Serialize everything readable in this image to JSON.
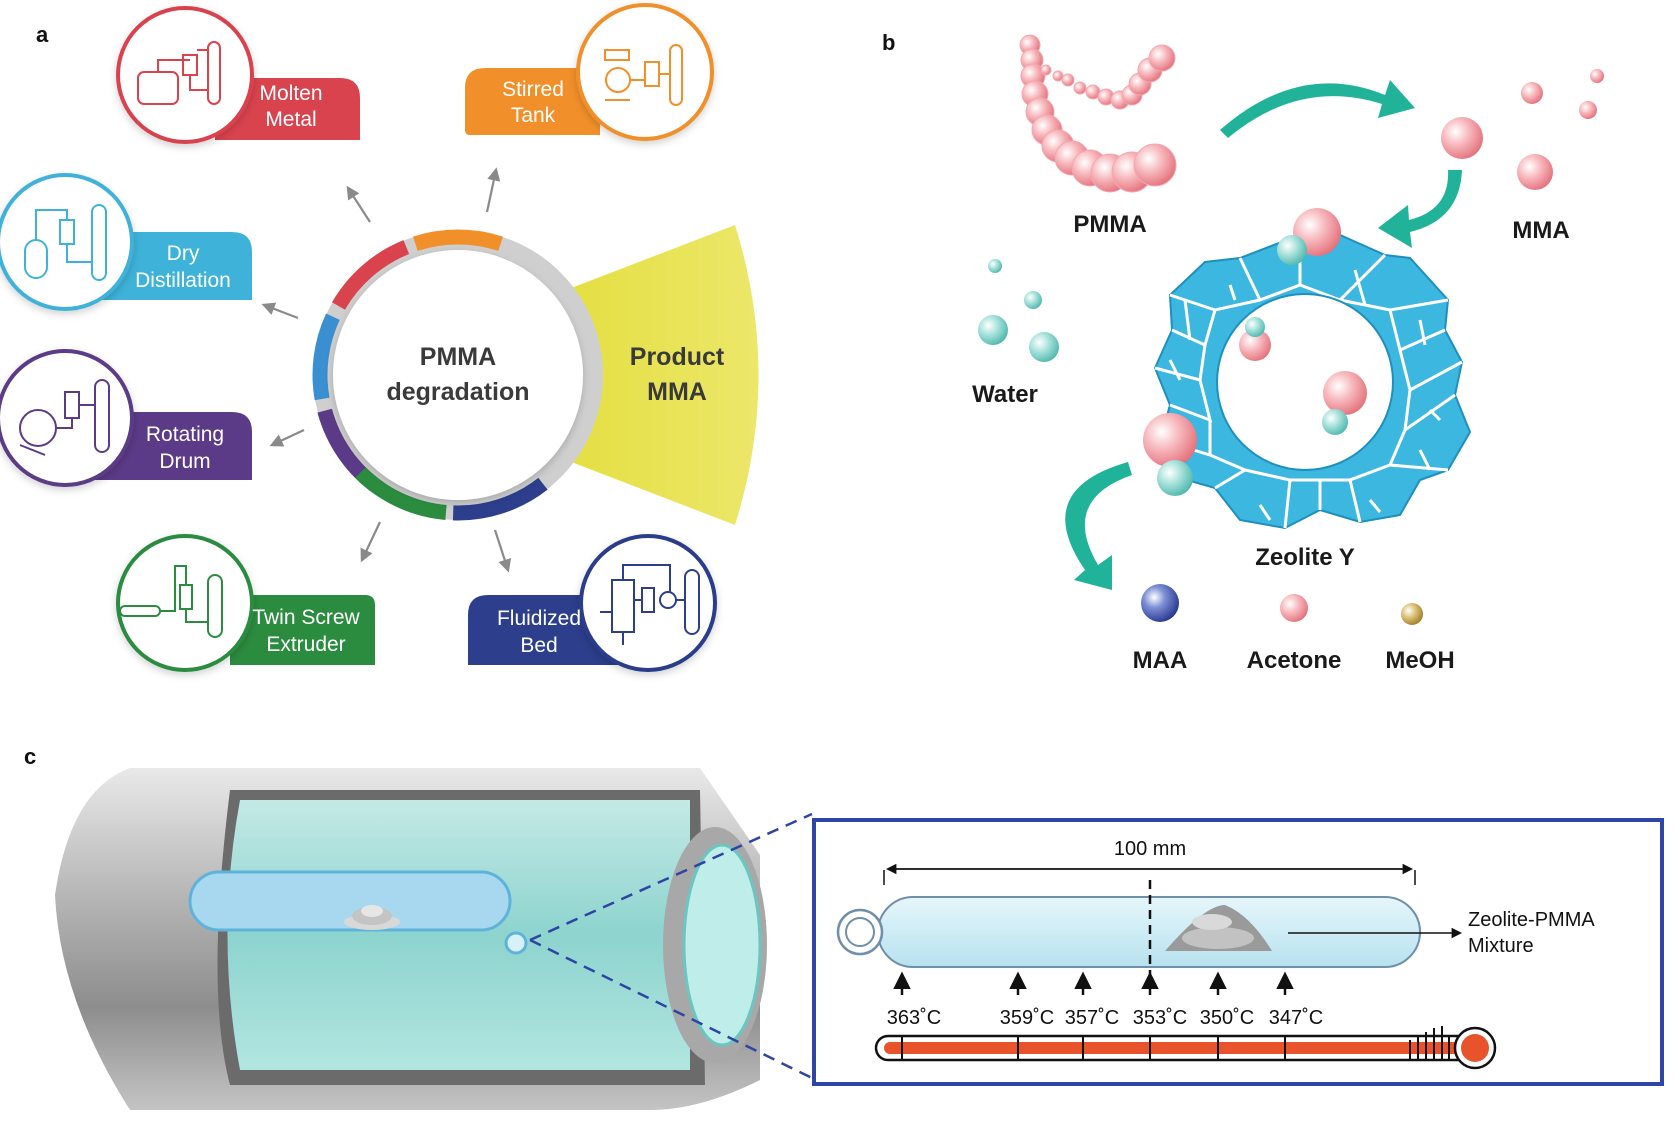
{
  "panels": {
    "a": "a",
    "b": "b",
    "c": "c"
  },
  "panel_a": {
    "center": {
      "line1": "PMMA",
      "line2": "degradation"
    },
    "product": {
      "line1": "Product",
      "line2": "MMA"
    },
    "reactors": [
      {
        "line1": "Molten",
        "line2": "Metal",
        "color": "#d9434e"
      },
      {
        "line1": "Stirred",
        "line2": "Tank",
        "color": "#f1902a"
      },
      {
        "line1": "Dry",
        "line2": "Distillation",
        "color": "#3fb2d9"
      },
      {
        "line1": "Rotating",
        "line2": "Drum",
        "color": "#5b3a87"
      },
      {
        "line1": "Twin Screw",
        "line2": "Extruder",
        "color": "#2b8c3f"
      },
      {
        "line1": "Fluidized",
        "line2": "Bed",
        "color": "#2c3e8c"
      }
    ],
    "ring_colors": [
      "#d9434e",
      "#f1902a",
      "#3a8fd0",
      "#5b3a87",
      "#2b8c3f",
      "#2c3e8c"
    ],
    "product_color": "#e6e34a"
  },
  "panel_b": {
    "pmma": "PMMA",
    "mma": "MMA",
    "water": "Water",
    "zeolite": "Zeolite Y",
    "legend": [
      {
        "label": "MAA",
        "color": "#3a4fa8"
      },
      {
        "label": "Acetone",
        "color": "#e98a95"
      },
      {
        "label": "MeOH",
        "color": "#b8963a"
      }
    ],
    "zeolite_color": "#3bb7e0",
    "arrow_color": "#21b39a"
  },
  "panel_c": {
    "length": "100 mm",
    "mixture": {
      "line1": "Zeolite-PMMA",
      "line2": "Mixture"
    },
    "temperatures": [
      "363˚C",
      "359˚C",
      "357˚C",
      "353˚C",
      "350˚C",
      "347˚C"
    ]
  }
}
